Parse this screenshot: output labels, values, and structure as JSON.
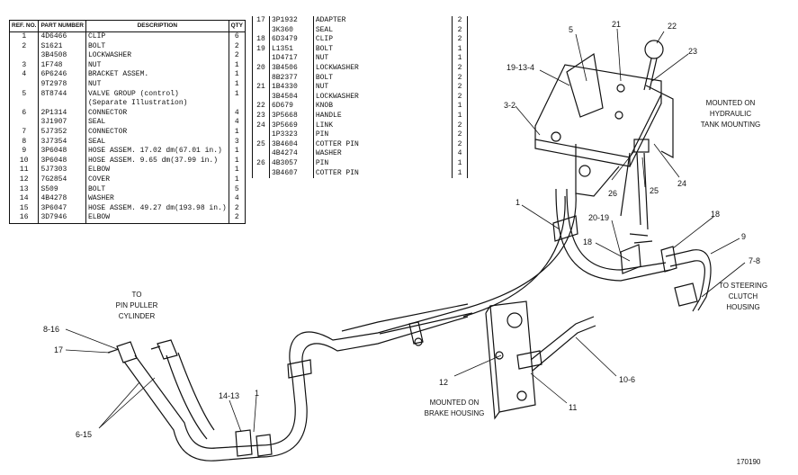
{
  "left_table": {
    "headers": {
      "ref": "REF. NO.",
      "part": "PART NUMBER",
      "desc": "DESCRIPTION",
      "qty": "QTY"
    },
    "rows": [
      {
        "ref": "1",
        "part": "4D6466",
        "desc": "CLIP",
        "qty": "6"
      },
      {
        "ref": "2",
        "part": "S1621",
        "desc": "BOLT",
        "qty": "2"
      },
      {
        "ref": "",
        "part": "3B4508",
        "desc": "LOCKWASHER",
        "qty": "2"
      },
      {
        "ref": "3",
        "part": "1F748",
        "desc": "NUT",
        "qty": "1"
      },
      {
        "ref": "4",
        "part": "6P6246",
        "desc": "BRACKET ASSEM.",
        "qty": "1"
      },
      {
        "ref": "",
        "part": "9T2978",
        "desc": "NUT",
        "qty": "1"
      },
      {
        "ref": "5",
        "part": "8T8744",
        "desc": "VALVE GROUP  (control)",
        "qty": "1"
      },
      {
        "ref": "",
        "part": "",
        "desc": "(Separate Illustration)",
        "qty": ""
      },
      {
        "ref": "6",
        "part": "2P1314",
        "desc": "CONNECTOR",
        "qty": "4"
      },
      {
        "ref": "",
        "part": "3J1907",
        "desc": "SEAL",
        "qty": "4"
      },
      {
        "ref": "7",
        "part": "5J7352",
        "desc": "CONNECTOR",
        "qty": "1"
      },
      {
        "ref": "8",
        "part": "3J7354",
        "desc": "SEAL",
        "qty": "3"
      },
      {
        "ref": "9",
        "part": "3P6048",
        "desc": "HOSE ASSEM. 17.02 dm(67.01 in.)",
        "qty": "1"
      },
      {
        "ref": "10",
        "part": "3P6048",
        "desc": "HOSE ASSEM. 9.65 dm(37.99 in.)",
        "qty": "1"
      },
      {
        "ref": "11",
        "part": "5J7303",
        "desc": "ELBOW",
        "qty": "1"
      },
      {
        "ref": "12",
        "part": "7G2854",
        "desc": "COVER",
        "qty": "1"
      },
      {
        "ref": "13",
        "part": "S509",
        "desc": "BOLT",
        "qty": "5"
      },
      {
        "ref": "14",
        "part": "4B4278",
        "desc": "WASHER",
        "qty": "4"
      },
      {
        "ref": "15",
        "part": "3P6047",
        "desc": "HOSE ASSEM. 49.27 dm(193.98 in.)",
        "qty": "2"
      },
      {
        "ref": "16",
        "part": "3D7946",
        "desc": "ELBOW",
        "qty": "2"
      }
    ]
  },
  "right_table": {
    "rows": [
      {
        "ref": "17",
        "part": "3P1932",
        "desc": "ADAPTER",
        "qty": "2"
      },
      {
        "ref": "",
        "part": "3K360",
        "desc": "SEAL",
        "qty": "2"
      },
      {
        "ref": "18",
        "part": "6D3479",
        "desc": "CLIP",
        "qty": "2"
      },
      {
        "ref": "19",
        "part": "L1351",
        "desc": "BOLT",
        "qty": "1"
      },
      {
        "ref": "",
        "part": "1D4717",
        "desc": "NUT",
        "qty": "1"
      },
      {
        "ref": "20",
        "part": "3B4506",
        "desc": "LOCKWASHER",
        "qty": "2"
      },
      {
        "ref": "",
        "part": "8B2377",
        "desc": "BOLT",
        "qty": "2"
      },
      {
        "ref": "21",
        "part": "1B4330",
        "desc": "NUT",
        "qty": "2"
      },
      {
        "ref": "",
        "part": "3B4504",
        "desc": "LOCKWASHER",
        "qty": "2"
      },
      {
        "ref": "22",
        "part": "6D679",
        "desc": "KNOB",
        "qty": "1"
      },
      {
        "ref": "23",
        "part": "3P5668",
        "desc": "HANDLE",
        "qty": "1"
      },
      {
        "ref": "24",
        "part": "3P5669",
        "desc": "LINK",
        "qty": "2"
      },
      {
        "ref": "",
        "part": "1P3323",
        "desc": "PIN",
        "qty": "2"
      },
      {
        "ref": "25",
        "part": "3B4604",
        "desc": "COTTER PIN",
        "qty": "2"
      },
      {
        "ref": "",
        "part": "4B4274",
        "desc": "WASHER",
        "qty": "4"
      },
      {
        "ref": "26",
        "part": "4B3057",
        "desc": "PIN",
        "qty": "1"
      },
      {
        "ref": "",
        "part": "3B4607",
        "desc": "COTTER PIN",
        "qty": "1"
      }
    ]
  },
  "callouts": {
    "c1a": "1",
    "c1b": "1",
    "c3_2": "3-2",
    "c5": "5",
    "c19_13_4": "19-13-4",
    "c21": "21",
    "c22": "22",
    "c23": "23",
    "c24": "24",
    "c25": "25",
    "c26": "26",
    "c20_19": "20-19",
    "c18a": "18",
    "c18b": "18",
    "c9": "9",
    "c7_8": "7-8",
    "c8_16": "8-16",
    "c17": "17",
    "c6_15": "6-15",
    "c14_13": "14-13",
    "c12": "12",
    "c11": "11",
    "c10_6": "10-6"
  },
  "notes": {
    "tank_1": "MOUNTED ON",
    "tank_2": "HYDRAULIC",
    "tank_3": "TANK MOUNTING",
    "pin_1": "TO",
    "pin_2": "PIN PULLER",
    "pin_3": "CYLINDER",
    "steer_1": "TO STEERING",
    "steer_2": "CLUTCH",
    "steer_3": "HOUSING",
    "brake_1": "MOUNTED ON",
    "brake_2": "BRAKE HOUSING",
    "fig_no": "170190"
  }
}
